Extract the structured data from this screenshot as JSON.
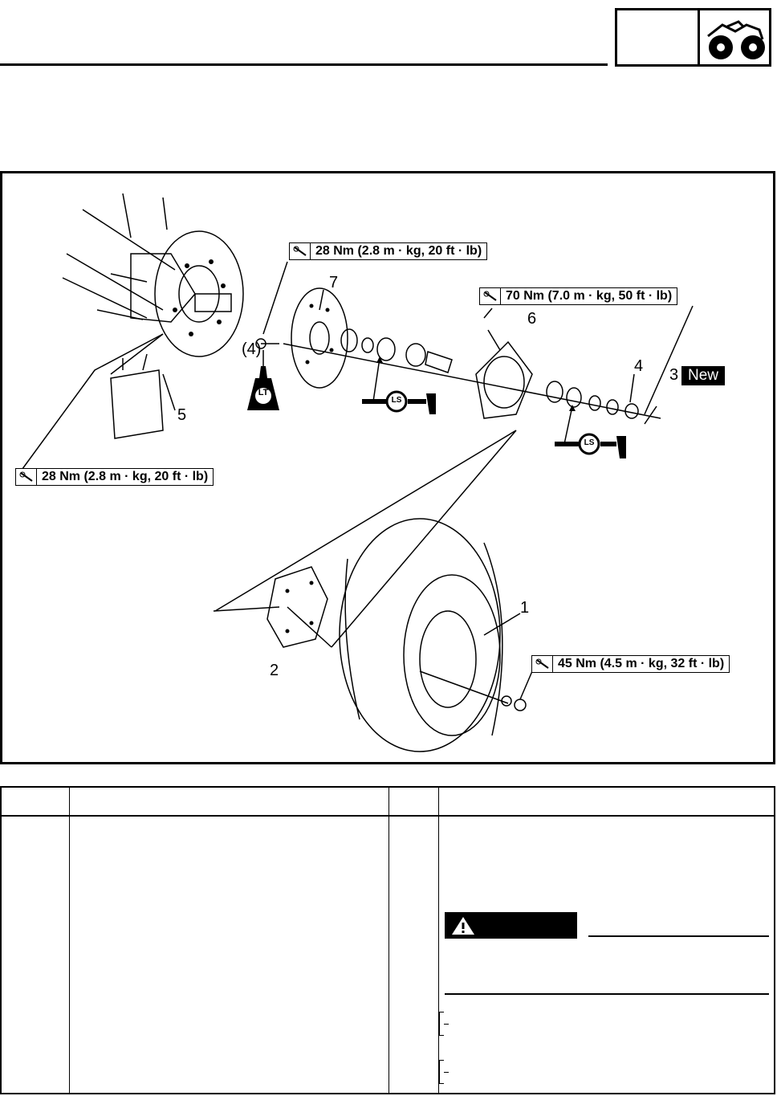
{
  "header": {
    "section_box_text": "",
    "icon": "atv-icon"
  },
  "figure": {
    "torques": [
      {
        "label": "28 Nm (2.8 m · kg, 20 ft · lb)"
      },
      {
        "label": "70 Nm (7.0 m · kg, 50 ft · lb)"
      },
      {
        "label": "28 Nm (2.8 m · kg, 20 ft · lb)"
      },
      {
        "label": "45 Nm (4.5 m · kg, 32 ft · lb)"
      }
    ],
    "callouts": {
      "n1": "1",
      "n2": "2",
      "n3": "3",
      "n4": "4",
      "n4p": "(4)",
      "n5": "5",
      "n6": "6",
      "n7": "7"
    },
    "new_badge": "New",
    "lt_symbol": "LT",
    "ls_symbol": "LS",
    "icons": [
      "torque-wrench-icon",
      "threadlock-icon",
      "grease-gun-icon",
      "warning-triangle-icon"
    ]
  },
  "table": {
    "warning_icon": "!"
  }
}
